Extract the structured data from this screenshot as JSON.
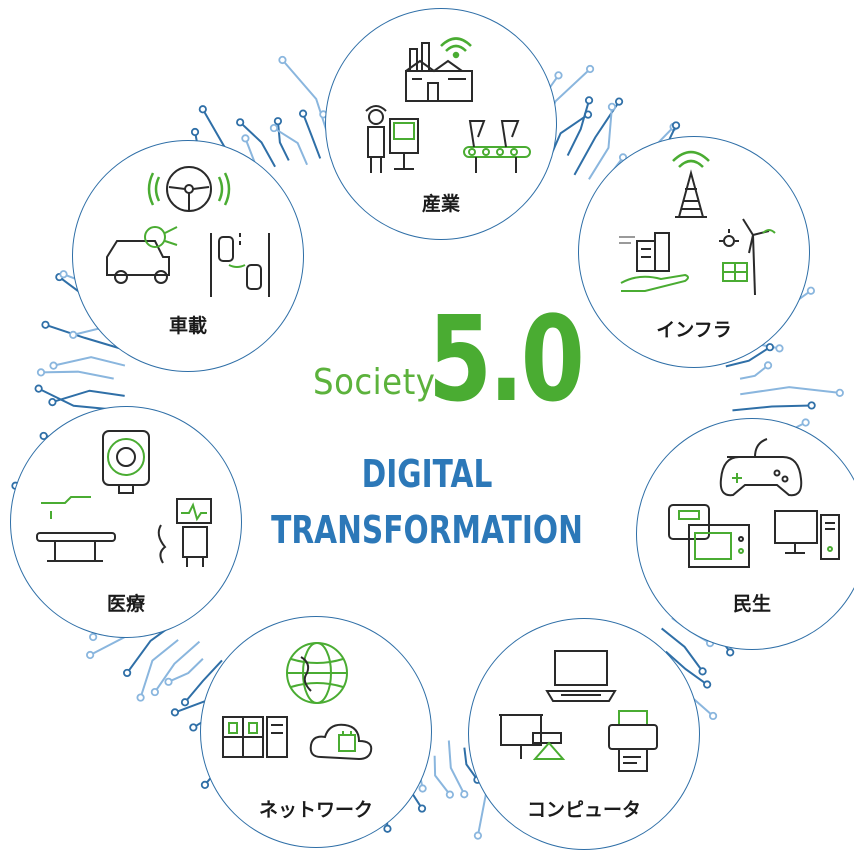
{
  "center": {
    "society": "Society",
    "version": "5.0",
    "line1": "DIGITAL",
    "line2": "TRANSFORMATION"
  },
  "colors": {
    "accent_green": "#4aac32",
    "accent_blue": "#2c78b8",
    "circle_border": "#2f6fa7",
    "circuit_blue": "#2f6fa7",
    "circuit_light": "#8ab6de"
  },
  "segments": [
    {
      "label": "産業",
      "icons": [
        "factory-icon",
        "worker-at-console-icon",
        "robot-arm-icon"
      ]
    },
    {
      "label": "インフラ",
      "icons": [
        "signal-tower-icon",
        "smart-building-icon",
        "solar-wind-icon"
      ]
    },
    {
      "label": "民生",
      "icons": [
        "game-controller-icon",
        "scale-icon",
        "microwave-icon",
        "desktop-pc-icon"
      ]
    },
    {
      "label": "コンピュータ",
      "icons": [
        "laptop-icon",
        "projector-icon",
        "printer-icon"
      ]
    },
    {
      "label": "ネットワーク",
      "icons": [
        "globe-icon",
        "server-rack-icon",
        "cloud-chip-icon"
      ]
    },
    {
      "label": "医療",
      "icons": [
        "mri-scanner-icon",
        "surgical-bed-icon",
        "medical-monitor-icon"
      ]
    },
    {
      "label": "車載",
      "icons": [
        "steering-wheel-icon",
        "car-icon",
        "road-sensor-icon"
      ]
    }
  ]
}
